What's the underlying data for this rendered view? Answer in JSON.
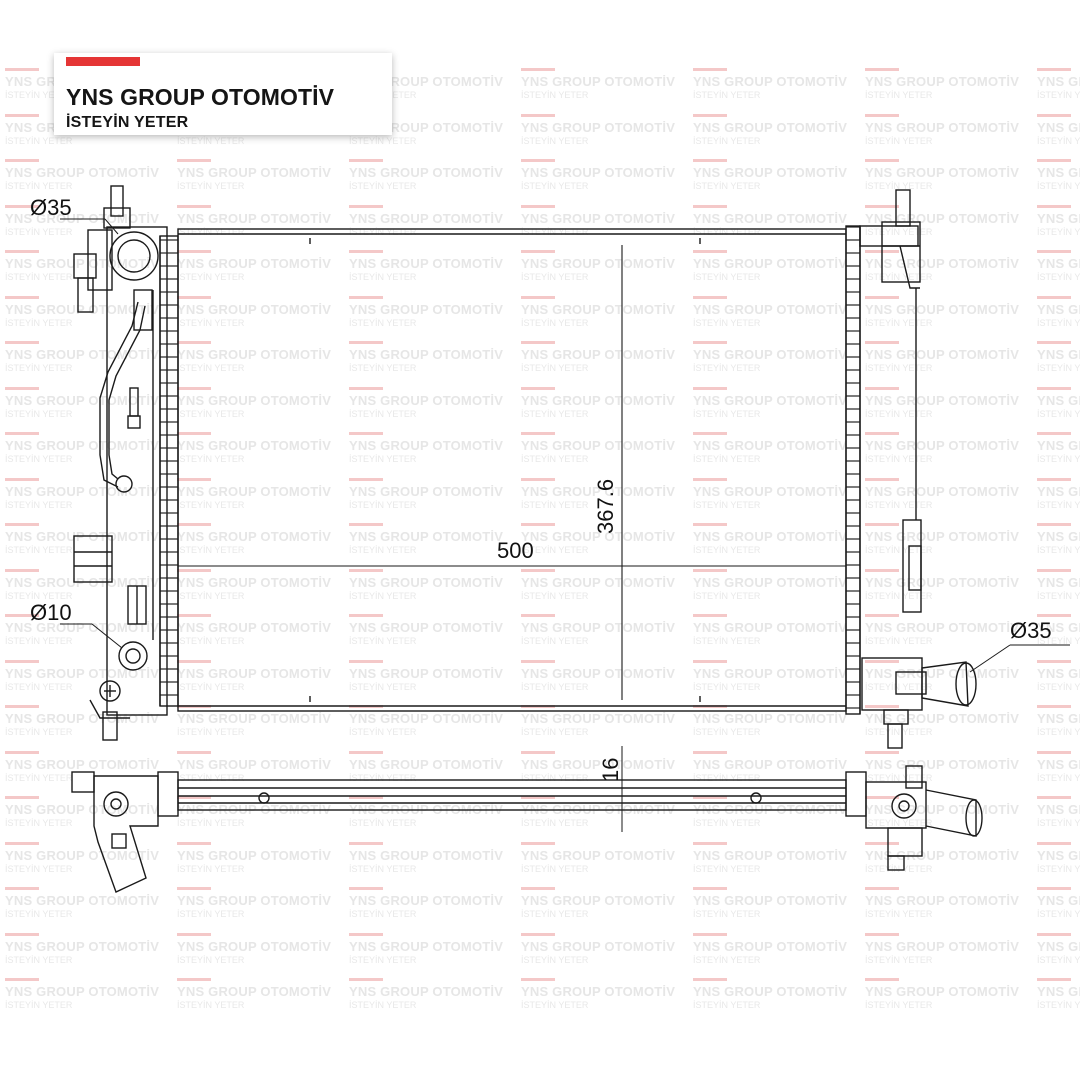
{
  "brand": {
    "name": "YNS GROUP OTOMOTİV",
    "tagline": "İSTEYİN YETER",
    "accent_color": "#e53535"
  },
  "watermark": {
    "line1": "YNS GROUP OTOMOTİV",
    "line2": "İSTEYİN YETER"
  },
  "drawing": {
    "width_label": "500",
    "height_label": "367.6",
    "thickness_label": "16",
    "inlet_diameter_label": "Ø35",
    "outlet_diameter_label": "Ø35",
    "small_port_label": "Ø10"
  }
}
